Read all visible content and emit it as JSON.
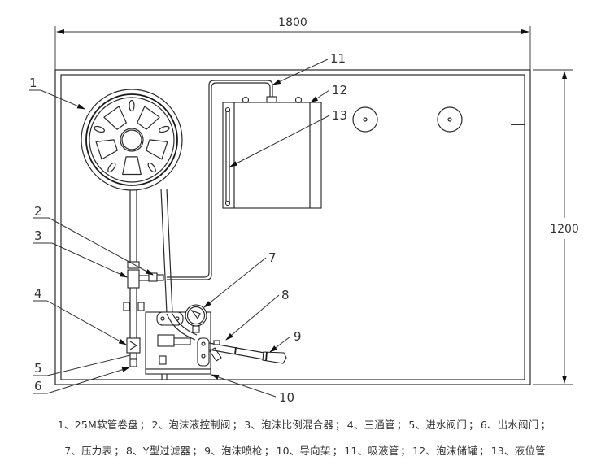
{
  "dimensions": {
    "width_label": "1800",
    "height_label": "1200"
  },
  "callouts": [
    "1",
    "2",
    "3",
    "4",
    "5",
    "6",
    "7",
    "8",
    "9",
    "10",
    "11",
    "12",
    "13"
  ],
  "legend": {
    "line1": [
      {
        "num": "1",
        "text": "25M软管卷盘"
      },
      {
        "num": "2",
        "text": "泡沫液控制阀"
      },
      {
        "num": "3",
        "text": "泡沫比例混合器"
      },
      {
        "num": "4",
        "text": "三通管"
      },
      {
        "num": "5",
        "text": "进水阀门"
      },
      {
        "num": "6",
        "text": "出水阀门"
      }
    ],
    "line2": [
      {
        "num": "7",
        "text": "压力表"
      },
      {
        "num": "8",
        "text": "Y型过滤器"
      },
      {
        "num": "9",
        "text": "泡沫喷枪"
      },
      {
        "num": "10",
        "text": "导向架"
      },
      {
        "num": "11",
        "text": "吸液管"
      },
      {
        "num": "12",
        "text": "泡沫储罐"
      },
      {
        "num": "13",
        "text": "液位管"
      }
    ],
    "item_separator": "、",
    "list_separator": "；"
  },
  "colors": {
    "line": "#2a2a2a",
    "text": "#333333",
    "background": "#ffffff"
  }
}
